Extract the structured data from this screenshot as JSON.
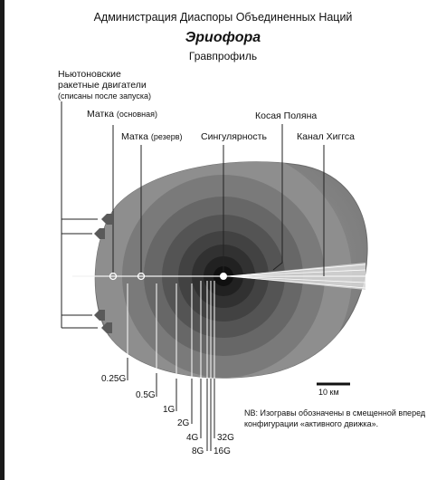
{
  "header": {
    "agency": "Администрация Диаспоры Объединенных Наций",
    "ship_name": "Эриофора",
    "subtitle": "Гравпрофиль"
  },
  "callouts": {
    "engines_line1": "Ньютоновские",
    "engines_line2": "ракетные двигатели",
    "engines_line3": "(списаны после запуска)",
    "womb_main": "Матка",
    "womb_main_paren": "(основная)",
    "womb_reserve": "Матка",
    "womb_reserve_paren": "(резерв)",
    "singularity": "Сингулярность",
    "skew_meadow": "Косая Поляна",
    "higgs_channel": "Канал Хиггса"
  },
  "isograv_labels": [
    "0.25G",
    "0.5G",
    "1G",
    "2G",
    "4G",
    "8G",
    "16G",
    "32G"
  ],
  "scale_bar_label": "10 км",
  "note": "NB: Изогравы обозначены в смещенной вперед конфигурации «активного движка».",
  "colors": {
    "asteroid": "#8a8a8a",
    "ring_outer": "#9a9a9a",
    "ring_inner": "#0c0c0c"
  }
}
